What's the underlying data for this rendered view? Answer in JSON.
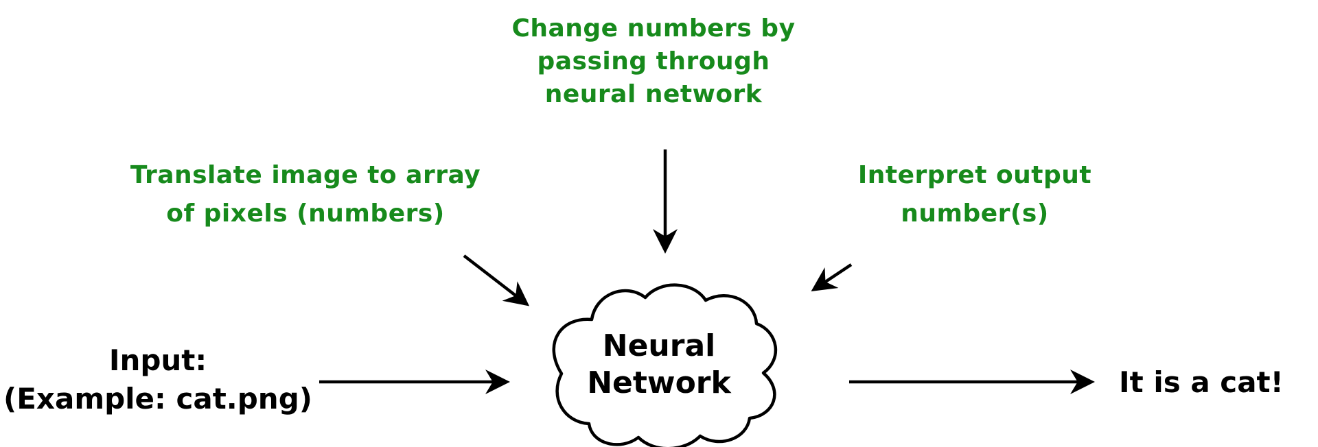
{
  "colors": {
    "background": "#ffffff",
    "annotation_green": "#178a1c",
    "diagram_ink": "#000000"
  },
  "annotations": {
    "process_top": {
      "line1": "Change numbers by",
      "line2": "passing through",
      "line3": "neural network"
    },
    "process_left": {
      "line1": "Translate image to array",
      "line2": "of pixels (numbers)"
    },
    "process_right": {
      "line1": "Interpret output",
      "line2": "number(s)"
    }
  },
  "nodes": {
    "input": {
      "line1": "Input:",
      "line2": "(Example: cat.png)"
    },
    "network": {
      "line1": "Neural",
      "line2": "Network"
    },
    "output": {
      "label": "It is a cat!"
    }
  },
  "arrows": [
    {
      "id": "arrow-input-to-network",
      "from": "input",
      "to": "network"
    },
    {
      "id": "arrow-translate-to-network",
      "from": "process_left",
      "to": "network"
    },
    {
      "id": "arrow-change-to-network",
      "from": "process_top",
      "to": "network"
    },
    {
      "id": "arrow-interpret-to-network",
      "from": "process_right",
      "to": "network"
    },
    {
      "id": "arrow-network-to-output",
      "from": "network",
      "to": "output"
    }
  ]
}
